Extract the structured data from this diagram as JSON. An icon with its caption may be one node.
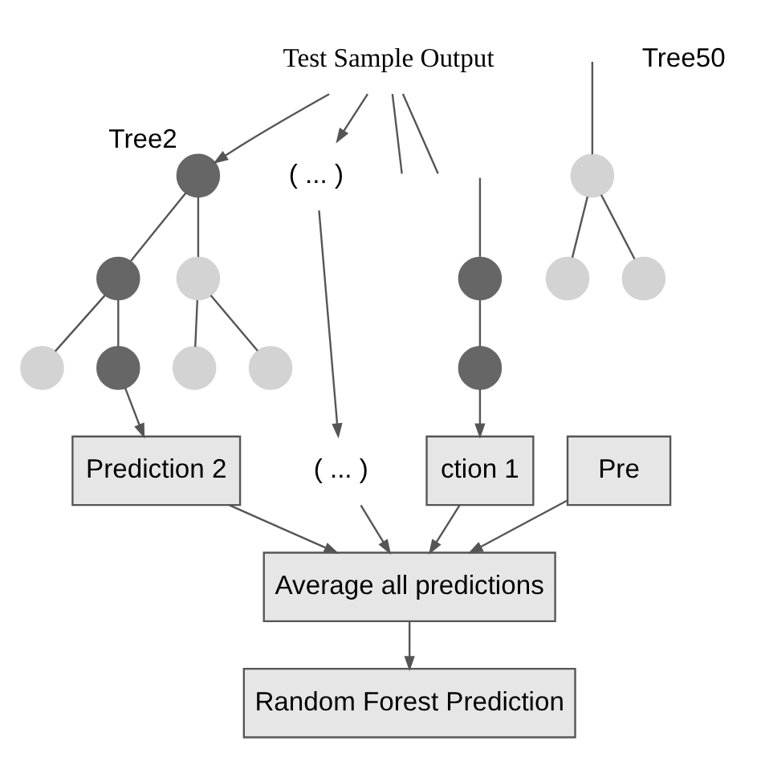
{
  "diagram": {
    "nodes": [
      {
        "text": [
          "Test Sample Output"
        ]
      },
      {
        "text": [],
        "shape": "circle"
      },
      {
        "text": [],
        "shape": "circle"
      },
      {
        "text": [],
        "shape": "circle",
        "beside": [
          "Tree2"
        ]
      },
      {
        "text": [],
        "shape": "circle"
      },
      {
        "text": [],
        "shape": "circle"
      },
      {
        "text": [],
        "shape": "circle"
      },
      {
        "text": [],
        "shape": "circle"
      },
      {
        "text": [],
        "shape": "circle"
      },
      {
        "text": [],
        "shape": "circle"
      },
      {
        "text": [
          "( ... )"
        ]
      },
      {
        "text": [],
        "shape": "circle"
      },
      {
        "text": [],
        "shape": "circle"
      },
      {
        "text": [],
        "shape": "circle"
      },
      {
        "text": [
          "ction 1"
        ]
      },
      {
        "text": [
          "Prediction 2"
        ]
      },
      {
        "text": [
          "( ... )"
        ]
      },
      {
        "text": [
          "Pre"
        ]
      },
      {
        "text": [
          "Average all predictions"
        ]
      },
      {
        "text": [
          "Random Forest Prediction"
        ]
      }
    ],
    "edges": [
      {
        "from": 0,
        "to": null,
        "arrow": "none"
      },
      {
        "from": 0,
        "to": 3,
        "arrow": "to"
      },
      {
        "from": 0,
        "to": 10,
        "arrow": "to"
      },
      {
        "from": 0,
        "to": null,
        "arrow": "none"
      },
      {
        "from": null,
        "to": 1,
        "arrow": "none"
      },
      {
        "from": 1,
        "to": 2,
        "arrow": "none"
      },
      {
        "from": 2,
        "to": 14,
        "arrow": "to"
      },
      {
        "from": 3,
        "to": 4,
        "arrow": "none"
      },
      {
        "from": 3,
        "to": 5,
        "arrow": "none"
      },
      {
        "from": 4,
        "to": 6,
        "arrow": "none"
      },
      {
        "from": 4,
        "to": 7,
        "arrow": "none"
      },
      {
        "from": 5,
        "to": 8,
        "arrow": "none"
      },
      {
        "from": 5,
        "to": 9,
        "arrow": "none"
      },
      {
        "from": 7,
        "to": 15,
        "arrow": "to"
      },
      {
        "from": 10,
        "to": 16,
        "arrow": "to"
      },
      {
        "from": null,
        "to": 11,
        "arrow": "none"
      },
      {
        "from": 11,
        "to": 12,
        "arrow": "none"
      },
      {
        "from": 11,
        "to": 13,
        "arrow": "none"
      },
      {
        "from": 14,
        "to": 18,
        "arrow": "to"
      },
      {
        "from": 15,
        "to": 18,
        "arrow": "to"
      },
      {
        "from": 16,
        "to": 18,
        "arrow": "to"
      },
      {
        "from": 17,
        "to": 18,
        "arrow": "to"
      },
      {
        "from": 18,
        "to": 19,
        "arrow": "to"
      }
    ],
    "labels": [
      "Tree50"
    ]
  }
}
